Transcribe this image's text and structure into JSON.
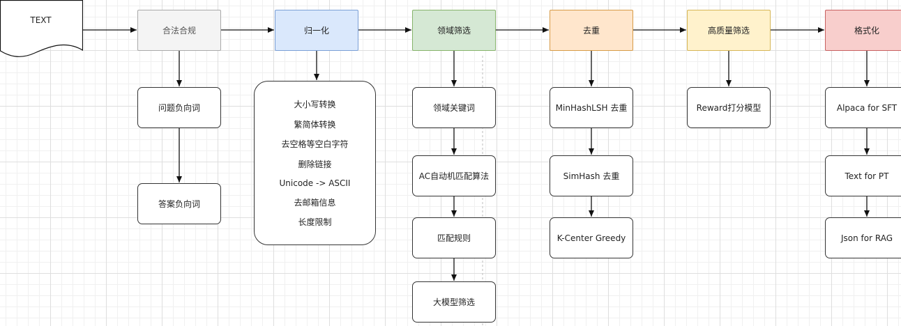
{
  "source": {
    "label": "TEXT"
  },
  "stages": [
    {
      "id": "legal",
      "label": "合法合规"
    },
    {
      "id": "norm",
      "label": "归一化"
    },
    {
      "id": "domain",
      "label": "领域筛选"
    },
    {
      "id": "dedup",
      "label": "去重"
    },
    {
      "id": "hq",
      "label": "高质量筛选"
    },
    {
      "id": "format",
      "label": "格式化"
    }
  ],
  "legal_steps": [
    "问题负向词",
    "答案负向词"
  ],
  "norm_steps": [
    "大小写转换",
    "繁简体转换",
    "去空格等空白字符",
    "删除链接",
    "Unicode -> ASCII",
    "去邮箱信息",
    "长度限制"
  ],
  "domain_steps": [
    "领域关键词",
    "AC自动机匹配算法",
    "匹配规则",
    "大模型筛选"
  ],
  "dedup_steps": [
    "MinHashLSH 去重",
    "SimHash 去重",
    "K-Center Greedy"
  ],
  "hq_steps": [
    "Reward打分模型"
  ],
  "format_steps": [
    "Alpaca for SFT",
    "Text for PT",
    "Json for RAG"
  ],
  "colors": {
    "legal": "#f4f4f4",
    "norm": "#dae8fc",
    "domain": "#d5e8d4",
    "dedup": "#ffe6cc",
    "hq": "#fff2cc",
    "format": "#f8cecc"
  }
}
